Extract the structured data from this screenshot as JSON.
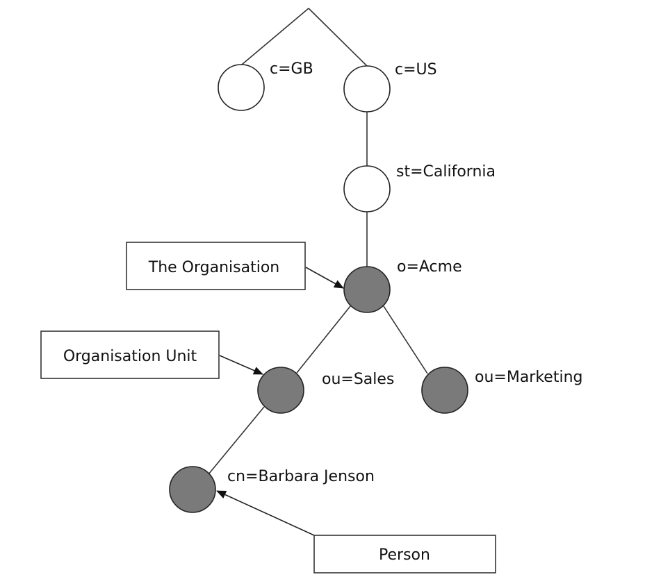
{
  "nodes": [
    {
      "id": "root",
      "label": "",
      "type": "empty"
    },
    {
      "id": "gb",
      "label": "c=GB",
      "type": "empty"
    },
    {
      "id": "us",
      "label": "c=US",
      "type": "empty"
    },
    {
      "id": "california",
      "label": "st=California",
      "type": "empty"
    },
    {
      "id": "acme",
      "label": "o=Acme",
      "type": "filled"
    },
    {
      "id": "sales",
      "label": "ou=Sales",
      "type": "filled"
    },
    {
      "id": "marketing",
      "label": "ou=Marketing",
      "type": "filled"
    },
    {
      "id": "barbara",
      "label": "cn=Barbara Jenson",
      "type": "filled"
    }
  ],
  "edges": [
    {
      "from": "root",
      "to": "gb"
    },
    {
      "from": "root",
      "to": "us"
    },
    {
      "from": "us",
      "to": "california"
    },
    {
      "from": "california",
      "to": "acme"
    },
    {
      "from": "acme",
      "to": "sales"
    },
    {
      "from": "acme",
      "to": "marketing"
    },
    {
      "from": "sales",
      "to": "barbara"
    }
  ],
  "callouts": [
    {
      "id": "organisation",
      "text": "The Organisation",
      "target": "acme"
    },
    {
      "id": "unit",
      "text": "Organisation Unit",
      "target": "sales"
    },
    {
      "id": "person",
      "text": "Person",
      "target": "barbara"
    }
  ],
  "colors": {
    "empty_fill": "#ffffff",
    "filled_fill": "#7a7a7a"
  }
}
